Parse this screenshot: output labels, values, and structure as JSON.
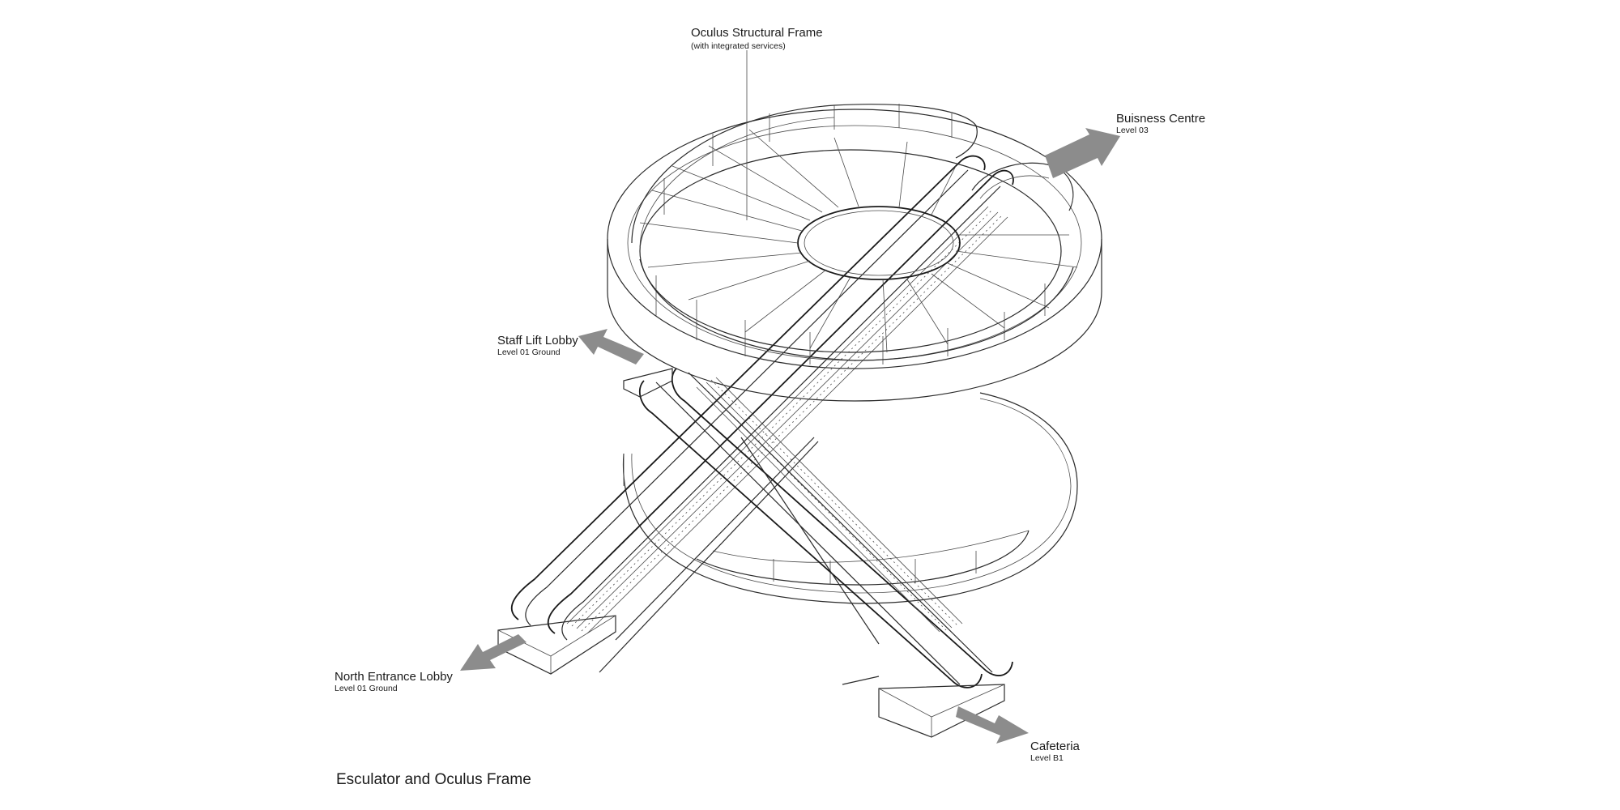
{
  "diagram": {
    "caption": "Esculator and Oculus Frame",
    "labels": {
      "oculus_title": "Oculus Structural Frame",
      "oculus_sub": "(with integrated services)",
      "business_title": "Buisness Centre",
      "business_sub": "Level 03",
      "staff_title": "Staff Lift Lobby",
      "staff_sub": "Level 01 Ground",
      "north_title": "North Entrance Lobby",
      "north_sub": "Level 01 Ground",
      "cafeteria_title": "Cafeteria",
      "cafeteria_sub": "Level B1"
    },
    "colors": {
      "line": "#2b2b2b",
      "arrow": "#8c8c8c",
      "background": "#ffffff"
    }
  }
}
